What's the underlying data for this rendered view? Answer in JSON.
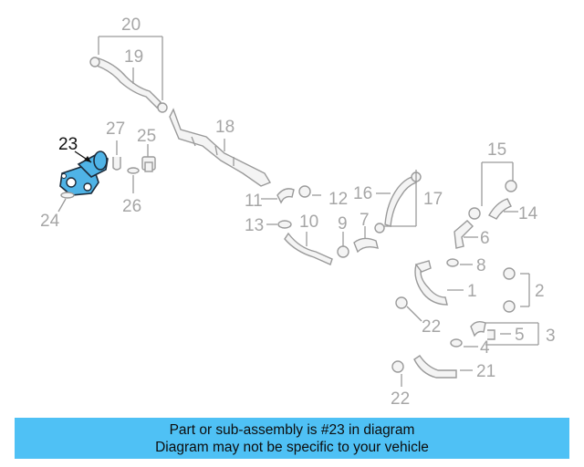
{
  "diagram": {
    "highlight_color": "#4fb3e6",
    "callouts": {
      "c1": "1",
      "c2": "2",
      "c3": "3",
      "c4": "4",
      "c5": "5",
      "c6": "6",
      "c7": "7",
      "c8": "8",
      "c9": "9",
      "c10": "10",
      "c11": "11",
      "c12": "12",
      "c13": "13",
      "c14": "14",
      "c15": "15",
      "c16": "16",
      "c17": "17",
      "c18": "18",
      "c19": "19",
      "c20": "20",
      "c21": "21",
      "c22a": "22",
      "c22b": "22",
      "c23": "23",
      "c24": "24",
      "c25": "25",
      "c26": "26",
      "c27": "27"
    }
  },
  "banner": {
    "line1": "Part or sub-assembly is #23 in diagram",
    "line2": "Diagram may not be specific to your vehicle",
    "background": "#4fc1f5"
  }
}
